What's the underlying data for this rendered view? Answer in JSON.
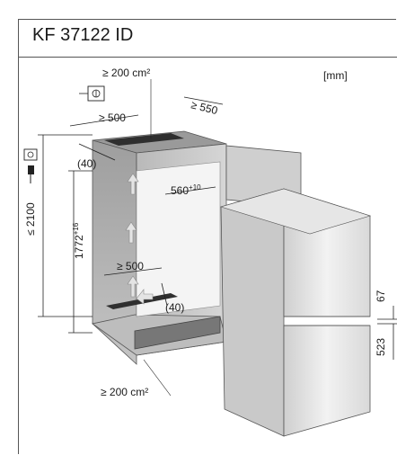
{
  "title": "KF 37122 ID",
  "unit": "[mm]",
  "labels": {
    "vent_top_area": "≥ 200 cm²",
    "vent_bottom_area": "≥ 200 cm²",
    "depth_top": "≥ 500",
    "depth_bottom": "≥ 500",
    "door_clearance": "≥ 550",
    "width": "560",
    "width_tol": "+10",
    "height": "1772",
    "height_tol": "+16",
    "total_height": "≤ 2100",
    "offset_top": "(40)",
    "offset_bottom": "(40)",
    "door_split_upper": "67",
    "door_split_lower": "523"
  },
  "icons": [
    "socket-icon",
    "plug-icon",
    "airflow-arrow-icon"
  ]
}
